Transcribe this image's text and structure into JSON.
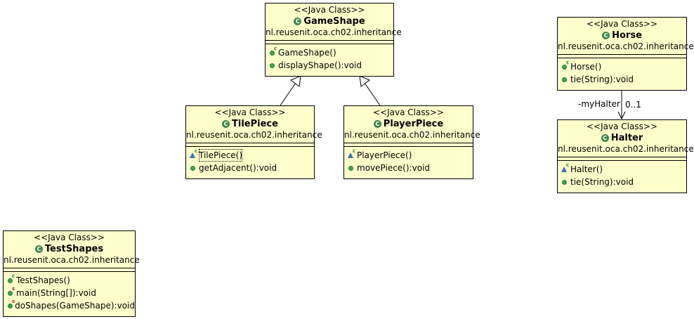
{
  "classes": {
    "gameshape": {
      "stereotype": "<<Java Class>>",
      "name": "GameShape",
      "package": "nl.reusenit.oca.ch02.inheritance",
      "ops": [
        "GameShape()",
        "displayShape():void"
      ]
    },
    "tilepiece": {
      "stereotype": "<<Java Class>>",
      "name": "TilePiece",
      "package": "nl.reusenit.oca.ch02.inheritance",
      "ops": [
        "TilePiece()",
        "getAdjacent():void"
      ]
    },
    "playerpiece": {
      "stereotype": "<<Java Class>>",
      "name": "PlayerPiece",
      "package": "nl.reusenit.oca.ch02.inheritance",
      "ops": [
        "PlayerPiece()",
        "movePiece():void"
      ]
    },
    "horse": {
      "stereotype": "<<Java Class>>",
      "name": "Horse",
      "package": "nl.reusenit.oca.ch02.inheritance",
      "ops": [
        "Horse()",
        "tie(String):void"
      ]
    },
    "halter": {
      "stereotype": "<<Java Class>>",
      "name": "Halter",
      "package": "nl.reusenit.oca.ch02.inheritance",
      "ops": [
        "Halter()",
        "tie(String):void"
      ]
    },
    "testshapes": {
      "stereotype": "<<Java Class>>",
      "name": "TestShapes",
      "package": "nl.reusenit.oca.ch02.inheritance",
      "ops": [
        "TestShapes()",
        "main(String[]):void",
        "doShapes(GameShape):void"
      ]
    }
  },
  "association": {
    "role": "-myHalter",
    "multiplicity": "0..1"
  },
  "icons": {
    "class": "class-c-icon",
    "public_constructor": "green-dot-c-icon",
    "package_constructor": "blue-triangle-c-icon",
    "public_method": "green-dot-icon",
    "static_method": "green-dot-s-icon"
  },
  "colors": {
    "class_fill": "#ffffcc",
    "class_icon": "#3b8a4a",
    "public_dot": "#3fa64a",
    "package_triangle": "#3a6fb3",
    "static_marker": "#b02020"
  }
}
